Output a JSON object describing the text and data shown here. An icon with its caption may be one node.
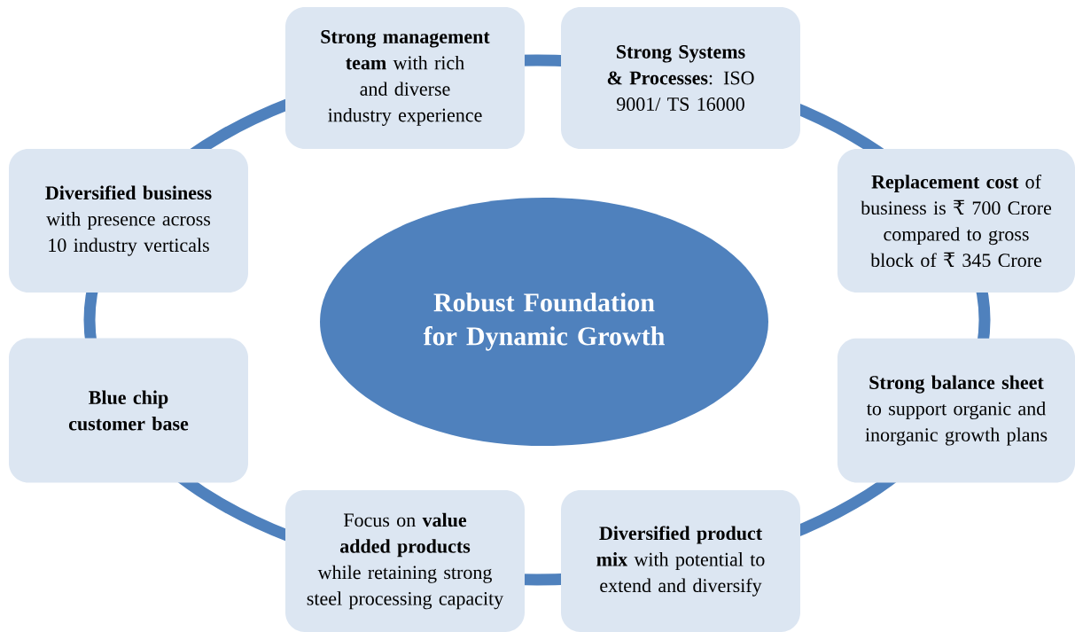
{
  "diagram": {
    "nodes": [
      {
        "text": [
          "**Strong management team** with rich and diverse  industry experience"
        ]
      },
      {
        "text": [
          "**Strong Systems & Processes**: ISO 9001/ TS 16000"
        ]
      },
      {
        "text": [
          "**Diversified business** with presence across 10 industry verticals"
        ]
      },
      {
        "text": [
          "**Replacement cost** of business is ₹ 700 Crore compared to gross block of ₹ 345 Crore"
        ]
      },
      {
        "text": [
          "Robust Foundation for Dynamic Growth"
        ]
      },
      {
        "text": [
          "Blue chip customer base"
        ]
      },
      {
        "text": [
          "**Strong balance sheet** to support organic and inorganic growth plans"
        ]
      },
      {
        "text": [
          "Focus on **value added products** while retaining strong steel processing capacity"
        ]
      },
      {
        "text": [
          "**Diversified product mix** with potential to extend and diversify"
        ]
      }
    ]
  }
}
